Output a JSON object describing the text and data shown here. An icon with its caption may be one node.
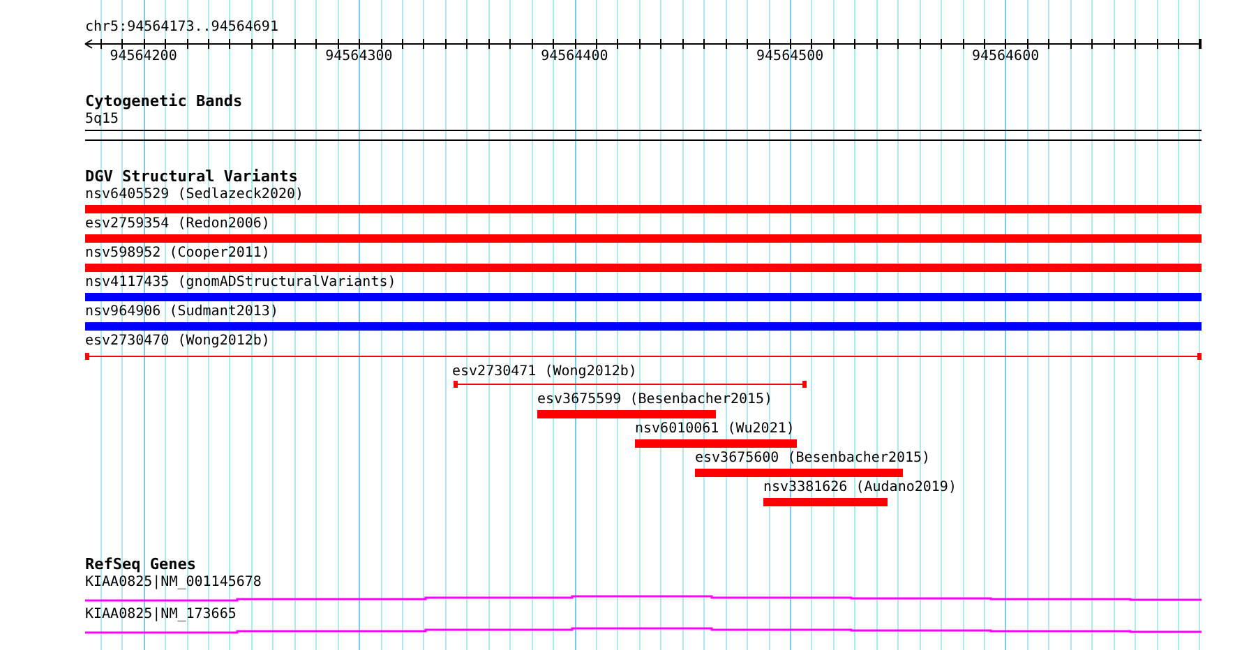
{
  "diagram": {
    "title": "chr5:94564173..94564691",
    "labels": [
      "94564200",
      "94564300",
      "94564400",
      "94564500",
      "94564600",
      "Cytogenetic Bands",
      "5q15",
      "DGV Structural Variants",
      "nsv6405529 (Sedlazeck2020)",
      "esv2759354 (Redon2006)",
      "nsv598952 (Cooper2011)",
      "nsv4117435 (gnomADStructuralVariants)",
      "nsv964906 (Sudmant2013)",
      "esv2730470 (Wong2012b)",
      "esv2730471 (Wong2012b)",
      "esv3675599 (Besenbacher2015)",
      "nsv6010061 (Wu2021)",
      "esv3675600 (Besenbacher2015)",
      "nsv3381626 (Audano2019)",
      "RefSeq Genes",
      "KIAA0825|NM_001145678",
      "KIAA0825|NM_173665"
    ]
  }
}
